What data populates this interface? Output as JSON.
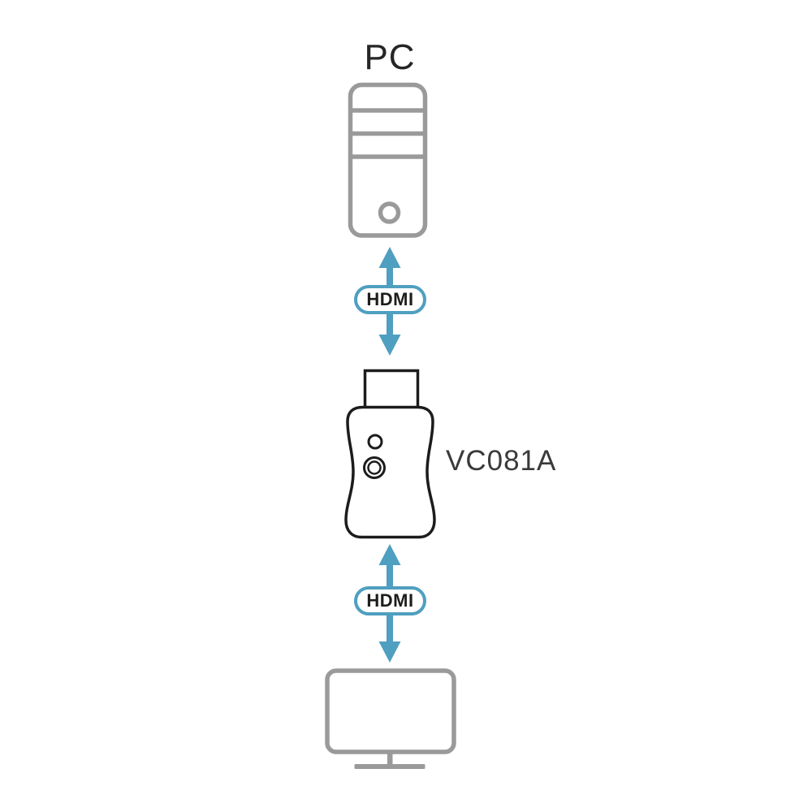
{
  "diagram": {
    "labels": {
      "pc": "PC",
      "device_model": "VC081A"
    },
    "connection_badges": [
      {
        "label": "HDMI"
      },
      {
        "label": "HDMI"
      }
    ],
    "nodes": [
      "PC tower (source)",
      "VC081A HDMI dongle adapter",
      "Display monitor (output)"
    ],
    "icons": {
      "pc-tower-icon": "desktop computer tower outline with drive bays and power button",
      "double-arrow-icon": "bidirectional vertical connection arrow",
      "vc081a-device-icon": "HDMI dongle adapter outline with LED and button",
      "monitor-icon": "display monitor outline with stand"
    },
    "colors": {
      "accent_teal": "#4f9fc0",
      "hardware_gray": "#9a9a9a",
      "outline_dark": "#1c1c1c",
      "label_text": "#3a3a3a",
      "background": "#ffffff"
    }
  }
}
